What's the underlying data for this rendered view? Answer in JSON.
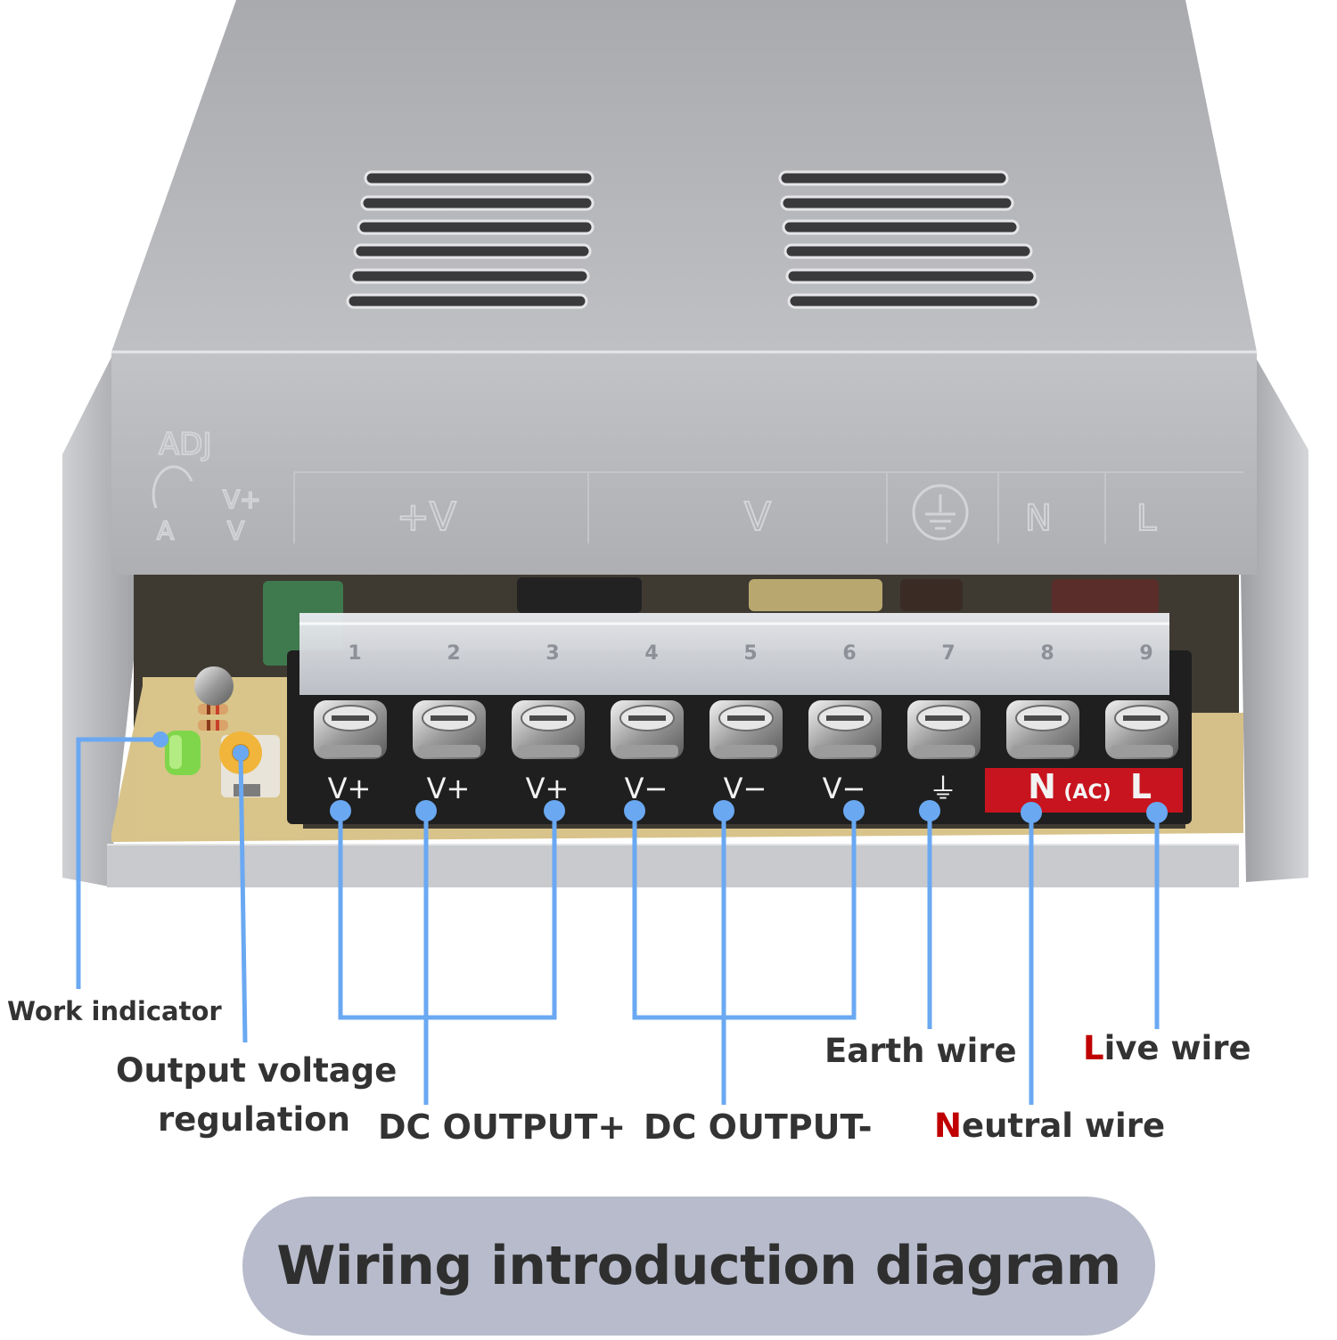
{
  "title": "Wiring introduction diagram",
  "housing": {
    "top_label_adj": "ADJ",
    "top_label_vplus": "V+",
    "top_label_a": "A",
    "top_label_v": "V",
    "top_label_plusv": "+V",
    "top_label_minusv": "V",
    "top_label_n": "N",
    "top_label_l": "L"
  },
  "terminals": [
    {
      "number": "1",
      "label": "V+"
    },
    {
      "number": "2",
      "label": "V+"
    },
    {
      "number": "3",
      "label": "V+"
    },
    {
      "number": "4",
      "label": "V−"
    },
    {
      "number": "5",
      "label": "V−"
    },
    {
      "number": "6",
      "label": "V−"
    },
    {
      "number": "7",
      "label": "⏚"
    },
    {
      "number": "8",
      "label": "N"
    },
    {
      "number": "9",
      "label": "L"
    }
  ],
  "ac_tag": "(AC)",
  "callouts": {
    "work_indicator": "Work indicator",
    "output_voltage_line1": "Output voltage",
    "output_voltage_line2": "regulation",
    "dc_output_plus": "DC OUTPUT+",
    "dc_output_minus": "DC OUTPUT-",
    "earth_wire": "Earth wire",
    "live_initial": "L",
    "live_rest": "ive wire",
    "neutral_initial": "N",
    "neutral_rest": "eutral wire"
  },
  "colors": {
    "leader_line": "#6aa8f2",
    "terminal_block": "#1f1f1f",
    "ac_strip": "#c8141e",
    "pcb": "#d8c38a",
    "housing": "#b9babd",
    "title_pill": "#b7bbcb",
    "accent_text": "#c00000"
  }
}
